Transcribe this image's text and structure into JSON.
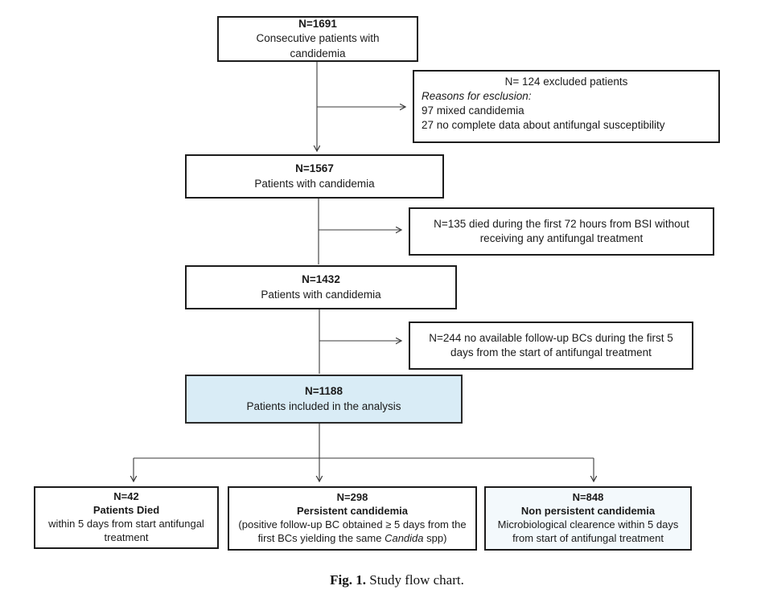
{
  "figure": {
    "caption_label": "Fig. 1.",
    "caption_text": "Study flow chart."
  },
  "colors": {
    "highlight_fill": "#d9ecf6",
    "faint_fill": "#f3f9fc",
    "line": "#3a3a3a",
    "border": "#1c1c1c"
  },
  "flow": {
    "top": {
      "n": "N=1691",
      "label": "Consecutive patients with candidemia"
    },
    "excluded": {
      "title": "N= 124 excluded patients",
      "reasons_heading": "Reasons for esclusion:",
      "reasons": [
        "97 mixed candidemia",
        "27 no complete data about antifungal susceptibility"
      ]
    },
    "step2": {
      "n": "N=1567",
      "label": "Patients with candidemia"
    },
    "died72": {
      "text": "N=135 died during the first 72 hours from BSI without receiving any antifungal treatment"
    },
    "step3": {
      "n": "N=1432",
      "label": "Patients with candidemia"
    },
    "nofollowup": {
      "text": "N=244 no available follow-up BCs during the first 5 days from the start of antifungal treatment"
    },
    "included": {
      "n": "N=1188",
      "label": "Patients included in the analysis"
    },
    "outcomes": {
      "died": {
        "n": "N=42",
        "title": "Patients Died",
        "desc": "within 5 days from start antifungal treatment"
      },
      "persistent": {
        "n": "N=298",
        "title": "Persistent candidemia",
        "desc_pre": "(positive follow-up BC obtained ≥ 5 days from the first BCs yielding the same ",
        "desc_italic": "Candida",
        "desc_post": " spp)"
      },
      "nonpersistent": {
        "n": "N=848",
        "title": "Non persistent candidemia",
        "desc": "Microbiological clearence within 5 days from start of antifungal treatment"
      }
    }
  }
}
